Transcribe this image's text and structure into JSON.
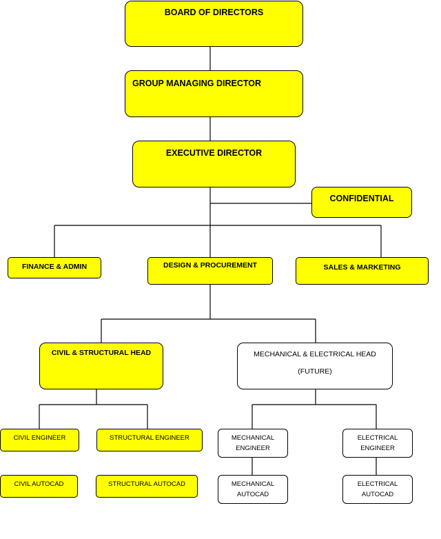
{
  "colors": {
    "filled": "#ffff00",
    "outline": "#000000",
    "plain": "#ffffff"
  },
  "nodes": {
    "board": "BOARD OF DIRECTORS",
    "gmd": "GROUP MANAGING DIRECTOR",
    "exec": "EXECUTIVE DIRECTOR",
    "confidential": "CONFIDENTIAL",
    "finance": "FINANCE & ADMIN",
    "design": "DESIGN & PROCUREMENT",
    "sales": "SALES & MARKETING",
    "civil_head": "CIVIL & STRUCTURAL HEAD",
    "mech_head": "MECHANICAL & ELECTRICAL HEAD",
    "mech_head_note": "(FUTURE)",
    "civil_engineer": "CIVIL ENGINEER",
    "structural_engineer": "STRUCTURAL ENGINEER",
    "mechanical_engineer_1": "MECHANICAL",
    "mechanical_engineer_2": "ENGINEER",
    "electrical_engineer_1": "ELECTRICAL",
    "electrical_engineer_2": "ENGINEER",
    "civil_autocad": "CIVIL AUTOCAD",
    "structural_autocad": "STRUCTURAL AUTOCAD",
    "mechanical_autocad_1": "MECHANICAL",
    "mechanical_autocad_2": "AUTOCAD",
    "electrical_autocad_1": "ELECTRICAL",
    "electrical_autocad_2": "AUTOCAD"
  }
}
